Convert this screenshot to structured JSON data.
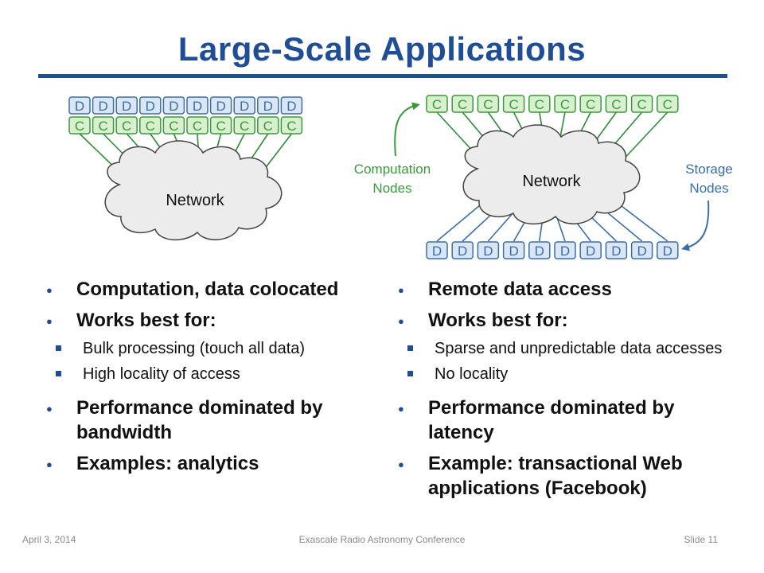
{
  "title": "Large-Scale Applications",
  "colors": {
    "title_blue": "#1f4e96",
    "compute_green": "#3a9a3a",
    "compute_fill": "#d8f0cf",
    "storage_blue": "#3a6ea8",
    "storage_fill": "#dbe6f5",
    "cloud_fill": "#ececec"
  },
  "diagram_left": {
    "storage_label": "D",
    "compute_label": "C",
    "network_label": "Network",
    "storage_count": 10,
    "compute_count": 10
  },
  "diagram_right": {
    "compute_label": "C",
    "storage_label": "D",
    "network_label": "Network",
    "compute_count": 10,
    "storage_count": 10,
    "computation_nodes_label": [
      "Computation",
      "Nodes"
    ],
    "storage_nodes_label": [
      "Storage",
      "Nodes"
    ]
  },
  "left_column": {
    "bullet1": "Computation, data colocated",
    "bullet2": "Works best for:",
    "sub1": "Bulk processing (touch all data)",
    "sub2": "High locality of access",
    "bullet3": "Performance dominated by bandwidth",
    "bullet4": "Examples: analytics"
  },
  "right_column": {
    "bullet1": "Remote data access",
    "bullet2": "Works best for:",
    "sub1": "Sparse and unpredictable data accesses",
    "sub2": "No locality",
    "bullet3": "Performance dominated by latency",
    "bullet4": "Example: transactional Web applications (Facebook)"
  },
  "footer": {
    "date": "April 3, 2014",
    "conference": "Exascale Radio Astronomy Conference",
    "slide": "Slide 11"
  }
}
